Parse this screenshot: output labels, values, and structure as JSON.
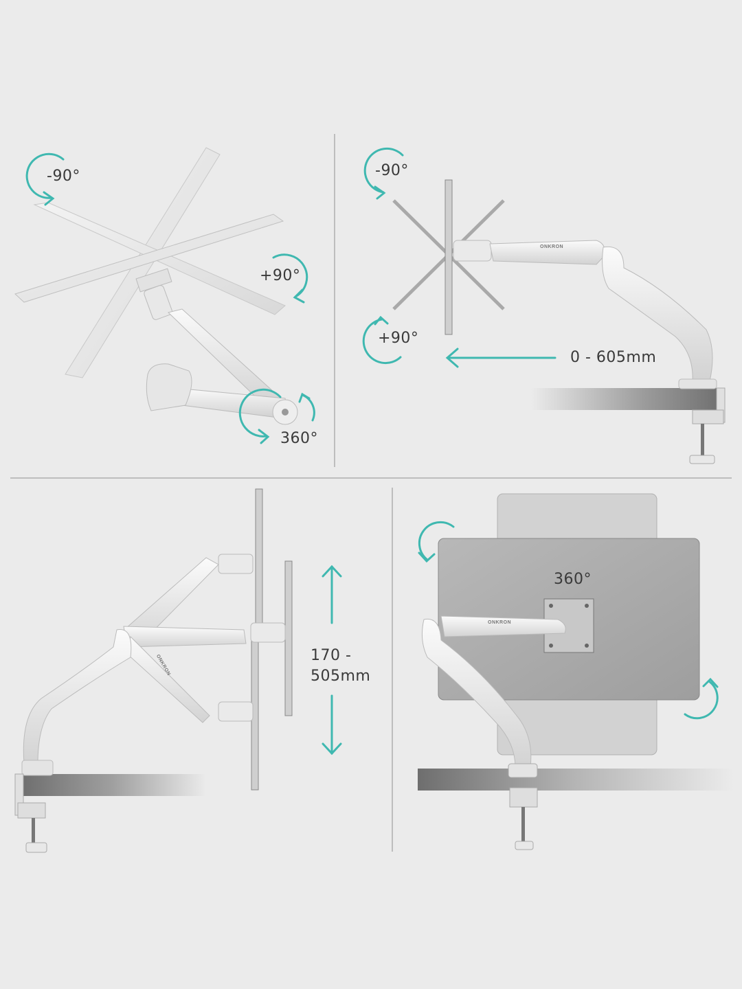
{
  "panels": {
    "tilt": {
      "label_minus": "-90°",
      "label_plus": "+90°",
      "label_swivel": "360°"
    },
    "extension": {
      "label_minus": "-90°",
      "label_plus": "+90°",
      "label_reach": "0 - 605mm",
      "brand": "ONKRON"
    },
    "height": {
      "label_line1": "170 -",
      "label_line2": "505mm",
      "brand": "ONKRON"
    },
    "rotation": {
      "label_rotate": "360°",
      "brand": "ONKRON"
    }
  },
  "colors": {
    "background": "#ebebeb",
    "accent_teal": "#3fb8b0",
    "divider": "#bdbdbd",
    "label_text": "#3a3a3a"
  }
}
